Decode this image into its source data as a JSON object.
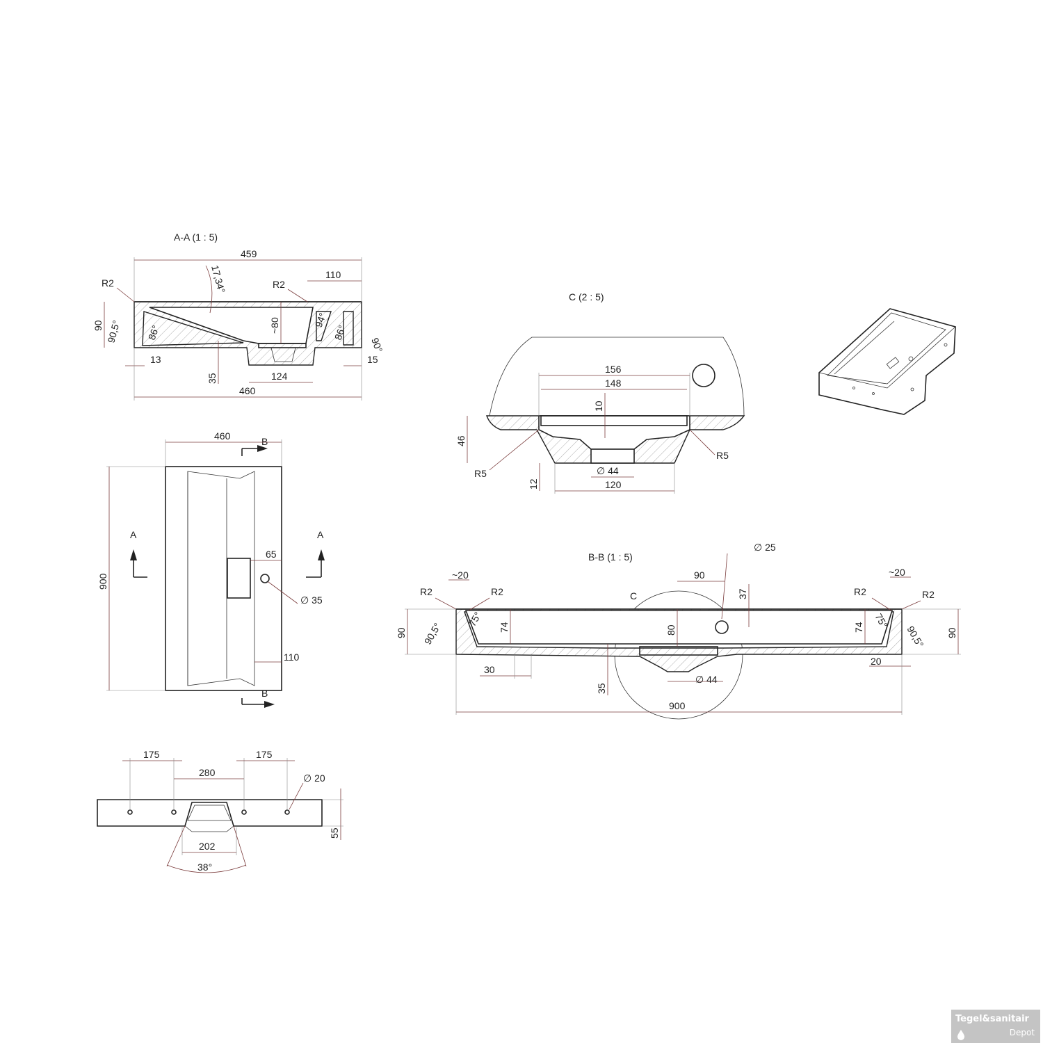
{
  "views": {
    "aa": {
      "title": "A-A (1 : 5)"
    },
    "c": {
      "title": "C (2 : 5)"
    },
    "bb": {
      "title": "B-B (1 : 5)",
      "detail_marker": "C"
    },
    "plan": {
      "section_a": "A",
      "section_b": "B"
    }
  },
  "dims": {
    "aa": [
      "459",
      "110",
      "R2",
      "R2",
      "17,34°",
      "~80",
      "90",
      "90,5°",
      "86°",
      "94°",
      "86°",
      "90°",
      "13",
      "15",
      "35",
      "124",
      "460"
    ],
    "c": [
      "156",
      "148",
      "10",
      "46",
      "R5",
      "R5",
      "12",
      "∅ 44",
      "120"
    ],
    "plan": [
      "460",
      "900",
      "65",
      "∅ 35",
      "110"
    ],
    "bb": [
      "∅ 25",
      "90",
      "37",
      "~20",
      "~20",
      "R2",
      "R2",
      "R2",
      "R2",
      "90",
      "90",
      "90,5°",
      "90,5°",
      "75°",
      "75°",
      "74",
      "74",
      "80",
      "30",
      "35",
      "∅ 44",
      "20",
      "900"
    ],
    "bottom": [
      "175",
      "280",
      "175",
      "∅ 20",
      "55",
      "202",
      "38°"
    ]
  },
  "logo": {
    "line1": "Tegel&sanitair",
    "line2": "Depot"
  },
  "colors": {
    "dimension": "#7a3b3b",
    "outline": "#222222",
    "logo_bg": "#c4c4c4"
  }
}
